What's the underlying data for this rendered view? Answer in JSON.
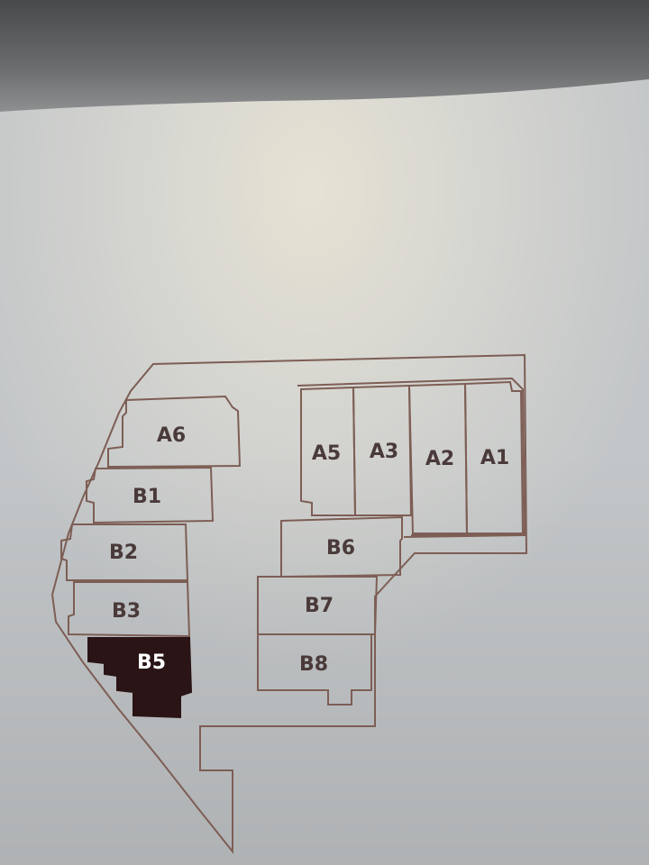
{
  "site_plan": {
    "highlighted_building": "B5",
    "highlight_color": "#2a1416",
    "line_color": "#7d5e55",
    "label_color": "#4a3a3a",
    "buildings": [
      {
        "id": "a6",
        "label": "A6"
      },
      {
        "id": "b1",
        "label": "B1"
      },
      {
        "id": "b2",
        "label": "B2"
      },
      {
        "id": "b3",
        "label": "B3"
      },
      {
        "id": "b5",
        "label": "B5"
      },
      {
        "id": "a5",
        "label": "A5"
      },
      {
        "id": "a3",
        "label": "A3"
      },
      {
        "id": "a2",
        "label": "A2"
      },
      {
        "id": "a1",
        "label": "A1"
      },
      {
        "id": "b6",
        "label": "B6"
      },
      {
        "id": "b7",
        "label": "B7"
      },
      {
        "id": "b8",
        "label": "B8"
      }
    ]
  }
}
